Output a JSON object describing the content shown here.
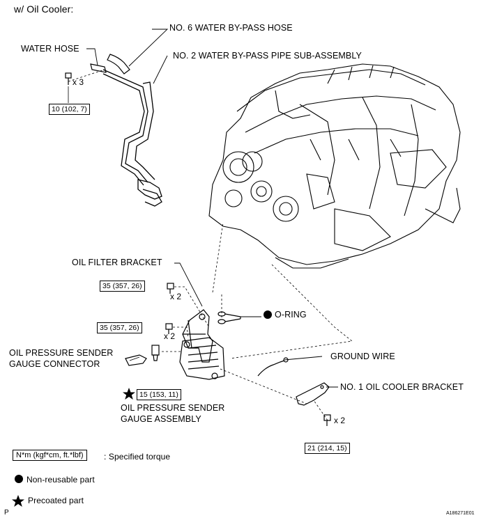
{
  "title": "w/ Oil Cooler:",
  "labels": {
    "no6_hose": "NO. 6 WATER BY-PASS HOSE",
    "water_hose": "WATER HOSE",
    "no2_pipe": "NO. 2 WATER BY-PASS PIPE SUB-ASSEMBLY",
    "oil_filter_bracket": "OIL FILTER BRACKET",
    "o_ring": "O-RING",
    "oil_sender_connector_1": "OIL PRESSURE SENDER",
    "oil_sender_connector_2": "GAUGE CONNECTOR",
    "ground_wire": "GROUND WIRE",
    "oil_cooler_bracket": "NO. 1 OIL COOLER BRACKET",
    "oil_sender_assy_1": "OIL PRESSURE SENDER",
    "oil_sender_assy_2": "GAUGE ASSEMBLY"
  },
  "quantities": {
    "pipe_bolts": "x 3",
    "bracket_bolt_upper": "x 2",
    "bracket_bolt_lower": "x 2",
    "cooler_bracket_bolts": "x 2"
  },
  "torques": {
    "pipe": "10 (102, 7)",
    "bracket_upper": "35 (357, 26)",
    "bracket_lower": "35 (357, 26)",
    "sender": "15 (153, 11)",
    "cooler_bracket": "21 (214, 15)"
  },
  "legend": {
    "torque_box": "N*m (kgf*cm, ft.*lbf)",
    "torque_text": ": Specified torque",
    "non_reusable": "Non-reusable part",
    "precoated": "Precoated part"
  },
  "footer": {
    "left": "P",
    "right": "A186271E01"
  }
}
